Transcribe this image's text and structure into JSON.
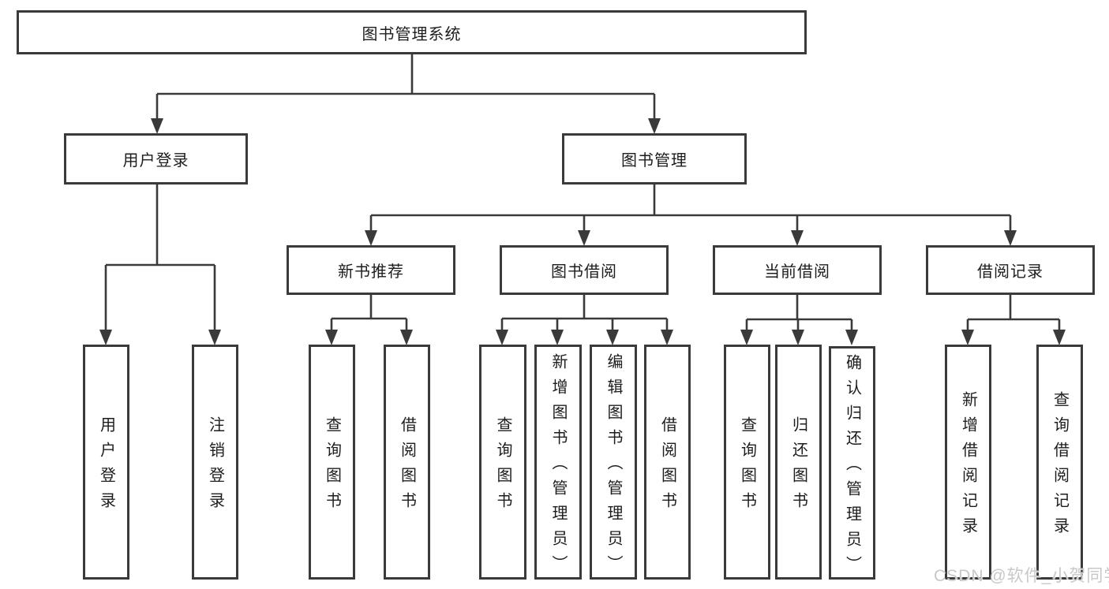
{
  "diagram": {
    "type": "hierarchy-tree",
    "root": "图书管理系统",
    "branches": [
      {
        "label": "用户登录",
        "children": [
          "用户登录",
          "注销登录"
        ]
      },
      {
        "label": "图书管理",
        "children": [
          {
            "label": "新书推荐",
            "children": [
              "查询图书",
              "借阅图书"
            ]
          },
          {
            "label": "图书借阅",
            "children": [
              "查询图书",
              "新增图书（管理员）",
              "编辑图书（管理员）",
              "借阅图书"
            ]
          },
          {
            "label": "当前借阅",
            "children": [
              "查询图书",
              "归还图书",
              "确认归还（管理员）"
            ]
          },
          {
            "label": "借阅记录",
            "children": [
              "新增借阅记录",
              "查询借阅记录"
            ]
          }
        ]
      }
    ]
  },
  "watermark": "CSDN @软件_小贺同学",
  "colors": {
    "line": "#3a3a3a",
    "box_border": "#3a3a3a",
    "text": "#1d1d1d",
    "watermark": "#c8c8c8",
    "background": "#ffffff"
  }
}
